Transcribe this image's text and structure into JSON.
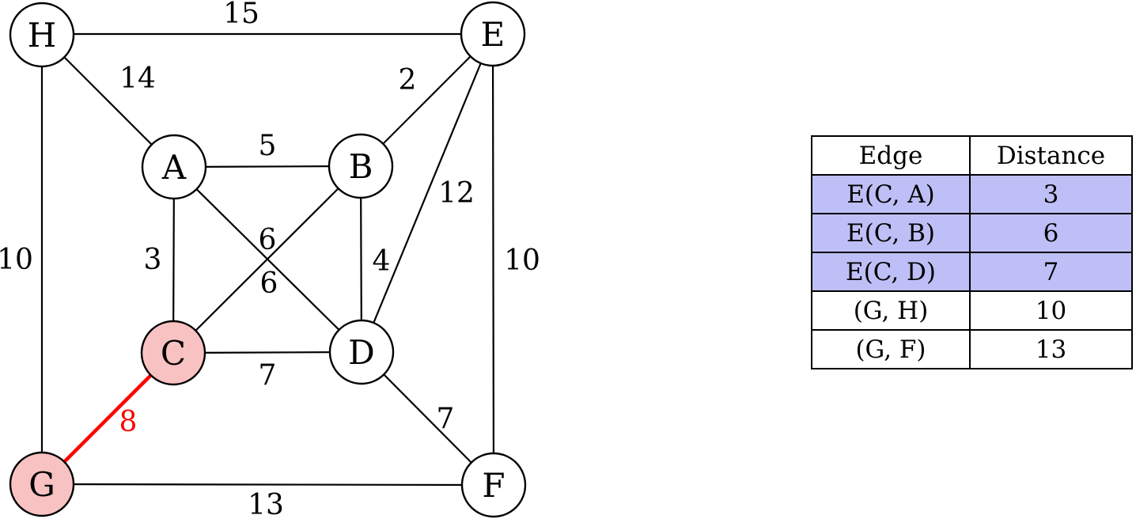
{
  "colors": {
    "edge_highlight": "#ff0000",
    "node_highlight_fill": "#f9c2c2",
    "node_fill": "#ffffff",
    "table_row_highlight": "#bfbff7"
  },
  "graph": {
    "nodes": [
      {
        "id": "H",
        "label": "H",
        "highlighted": false
      },
      {
        "id": "E",
        "label": "E",
        "highlighted": false
      },
      {
        "id": "A",
        "label": "A",
        "highlighted": false
      },
      {
        "id": "B",
        "label": "B",
        "highlighted": false
      },
      {
        "id": "C",
        "label": "C",
        "highlighted": true
      },
      {
        "id": "D",
        "label": "D",
        "highlighted": false
      },
      {
        "id": "G",
        "label": "G",
        "highlighted": true
      },
      {
        "id": "F",
        "label": "F",
        "highlighted": false
      }
    ],
    "edges": [
      {
        "from": "H",
        "to": "E",
        "weight": "15",
        "highlighted": false
      },
      {
        "from": "H",
        "to": "A",
        "weight": "14",
        "highlighted": false
      },
      {
        "from": "H",
        "to": "G",
        "weight": "10",
        "highlighted": false
      },
      {
        "from": "A",
        "to": "B",
        "weight": "5",
        "highlighted": false
      },
      {
        "from": "B",
        "to": "E",
        "weight": "2",
        "highlighted": false
      },
      {
        "from": "E",
        "to": "D",
        "weight": "12",
        "highlighted": false
      },
      {
        "from": "E",
        "to": "F",
        "weight": "10",
        "highlighted": false
      },
      {
        "from": "A",
        "to": "C",
        "weight": "3",
        "highlighted": false
      },
      {
        "from": "A",
        "to": "D",
        "weight": "6",
        "highlighted": false
      },
      {
        "from": "B",
        "to": "C",
        "weight": "6",
        "highlighted": false
      },
      {
        "from": "B",
        "to": "D",
        "weight": "4",
        "highlighted": false
      },
      {
        "from": "C",
        "to": "D",
        "weight": "7",
        "highlighted": false
      },
      {
        "from": "C",
        "to": "G",
        "weight": "8",
        "highlighted": true
      },
      {
        "from": "D",
        "to": "F",
        "weight": "7",
        "highlighted": false
      },
      {
        "from": "G",
        "to": "F",
        "weight": "13",
        "highlighted": false
      }
    ]
  },
  "table": {
    "headers": {
      "edge": "Edge",
      "distance": "Distance"
    },
    "rows": [
      {
        "edge": "E(C, A)",
        "distance": "3",
        "highlighted": true
      },
      {
        "edge": "E(C, B)",
        "distance": "6",
        "highlighted": true
      },
      {
        "edge": "E(C, D)",
        "distance": "7",
        "highlighted": true
      },
      {
        "edge": "(G, H)",
        "distance": "10",
        "highlighted": false
      },
      {
        "edge": "(G, F)",
        "distance": "13",
        "highlighted": false
      }
    ]
  }
}
